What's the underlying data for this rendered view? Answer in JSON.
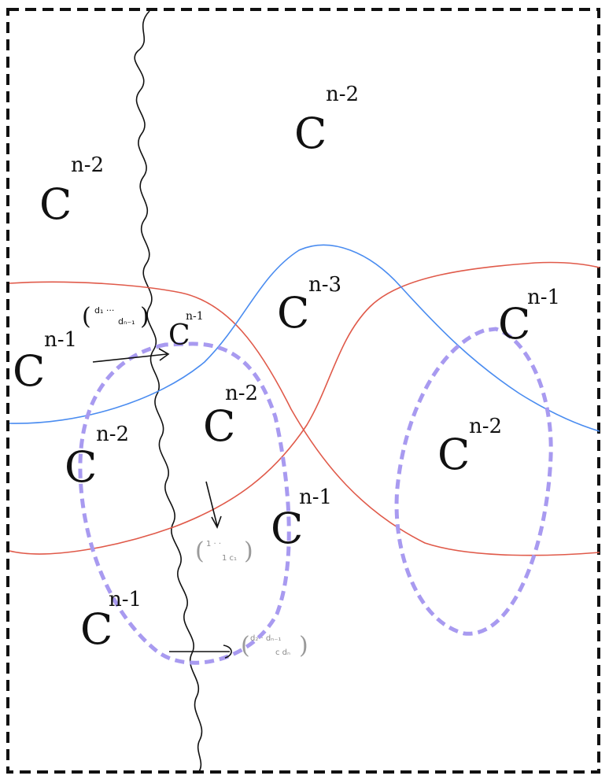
{
  "colors": {
    "frame": "#111111",
    "wavy_cut": "#111111",
    "red_curve": "#e05a4a",
    "blue_curve": "#4a8cf0",
    "dashed_region": "#a89af0",
    "faint_text": "#8a8a8a"
  },
  "labels": {
    "top_left": {
      "base": "C",
      "exp": "n-2"
    },
    "top_center": {
      "base": "C",
      "exp": "n-2"
    },
    "mid_left": {
      "base": "C",
      "exp": "n-1"
    },
    "mid_center": {
      "base": "C",
      "exp": "n-3"
    },
    "small_near_arrow": {
      "base": "C",
      "exp": "n-1"
    },
    "right_upper": {
      "base": "C",
      "exp": "n-1"
    },
    "left_lens": {
      "base": "C",
      "exp": "n-2"
    },
    "center_lens": {
      "base": "C",
      "exp": "n-2"
    },
    "right_lens": {
      "base": "C",
      "exp": "n-2"
    },
    "center_right_lower": {
      "base": "C",
      "exp": "n-1"
    },
    "bottom_left": {
      "base": "C",
      "exp": "n-1"
    }
  },
  "matrices": {
    "upper": {
      "row1": "d₁ ···",
      "row2": "dₙ₋₁"
    },
    "middle": {
      "row1": "1 · ·",
      "row2": "1 c₁"
    },
    "lower": {
      "row1": "d₂ · dₙ₋₁",
      "row2": "c dₙ"
    }
  }
}
